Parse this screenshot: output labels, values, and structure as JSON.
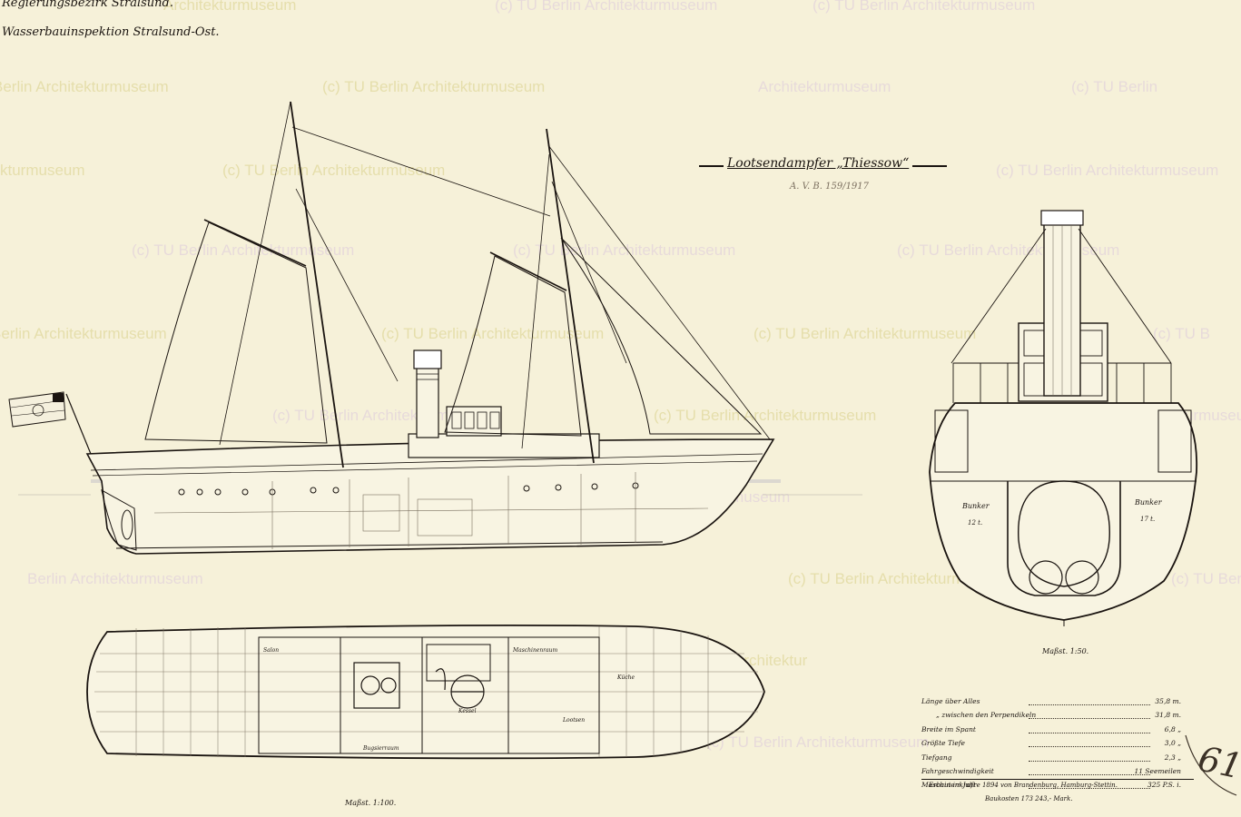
{
  "header": {
    "line1": "Regierungsbezirk Stralsund.",
    "line2": "Wasserbauinspektion Stralsund-Ost."
  },
  "title": "Lootsendampfer „Thiessow“",
  "signature": "A. V. B. 159/1917",
  "watermark": "(c) TU Berlin Architekturmuseum",
  "watermark_fragments": {
    "museum": "Architekturmuseum",
    "berlin": "Berlin Architekturmuseum",
    "tu_berlin": "(c) TU Berlin",
    "tu": "(c) TU Berl",
    "architektur": "Architektur",
    "ktur": "kturmuseum",
    "tu_b": "(c) TU B"
  },
  "scale_plan": "Maßst. 1:100.",
  "scale_section": "Maßst. 1:50.",
  "section_labels": {
    "bunker_left": "Bunker",
    "bunker_right": "Bunker",
    "bunker_left_cap": "12 t.",
    "bunker_right_cap": "17 t."
  },
  "deck_labels": {
    "maschinenraum": "Maschinenraum",
    "kessel": "Kessel",
    "kueche": "Küche",
    "bugsier": "Bugsierraum",
    "salon": "Salon",
    "lootsen": "Lootsen"
  },
  "specs": [
    {
      "label": "Länge über Alles",
      "value": "35,8 m."
    },
    {
      "label": "„ zwischen den Perpendikeln",
      "value": "31,8 m."
    },
    {
      "label": "Breite im Spant",
      "value": "6,8 „"
    },
    {
      "label": "Größte Tiefe",
      "value": "3,0 „"
    },
    {
      "label": "Tiefgang",
      "value": "2,3 „"
    },
    {
      "label": "Fahrgeschwindigkeit",
      "value": "11 Seemeilen"
    },
    {
      "label": "Maschinenkraft",
      "value": "325 P.S. i."
    }
  ],
  "spec_notes": {
    "built": "Erbaut im Jahre 1894 von Brandenburg, Hamburg-Stettin.",
    "cost": "Baukosten 173 243,- Mark."
  },
  "page_mark": "61",
  "colors": {
    "paper": "#f6f1d9",
    "ink": "#1a1410",
    "watermark_yellow": "#d8cf86",
    "watermark_pink": "#dcc8dc",
    "water": "#dcd8d0"
  }
}
